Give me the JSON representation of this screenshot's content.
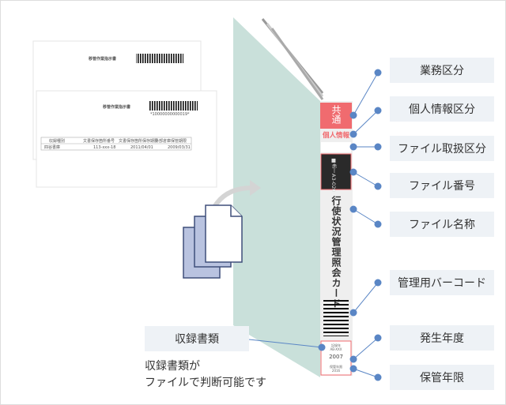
{
  "documents": {
    "title": "移管作業指示書",
    "barcode_number": "*10000000000019*",
    "table_headers": [
      "収録種別",
      "文書保存箇所番号",
      "文書保存箇所保存期限",
      "外部倉庫保管期限"
    ],
    "table_row": [
      "四谷書庫",
      "113-xxx-18",
      "2011/04/01",
      "2009/03/31"
    ]
  },
  "spine": {
    "category": "共通",
    "privacy": "個人情報",
    "file_number": "■赤ーA3-020",
    "file_name": "行使状況管理照会カード",
    "box_line1": "記録年",
    "box_line2": "AB-XXX",
    "year": "2007",
    "retention_label": "保管年限",
    "retention_value": "2016"
  },
  "labels": [
    "業務区分",
    "個人情報区分",
    "ファイル取扱区分",
    "ファイル番号",
    "ファイル名称",
    "管理用バーコード",
    "発生年度",
    "保管年限"
  ],
  "left_label": "収録書類",
  "caption": [
    "収録書類が",
    "ファイルで判断可能です"
  ],
  "colors": {
    "accent": "#5a86c5",
    "red": "#f06b6f",
    "panel": "#c9e0da",
    "label_bg": "#eef2f6"
  }
}
